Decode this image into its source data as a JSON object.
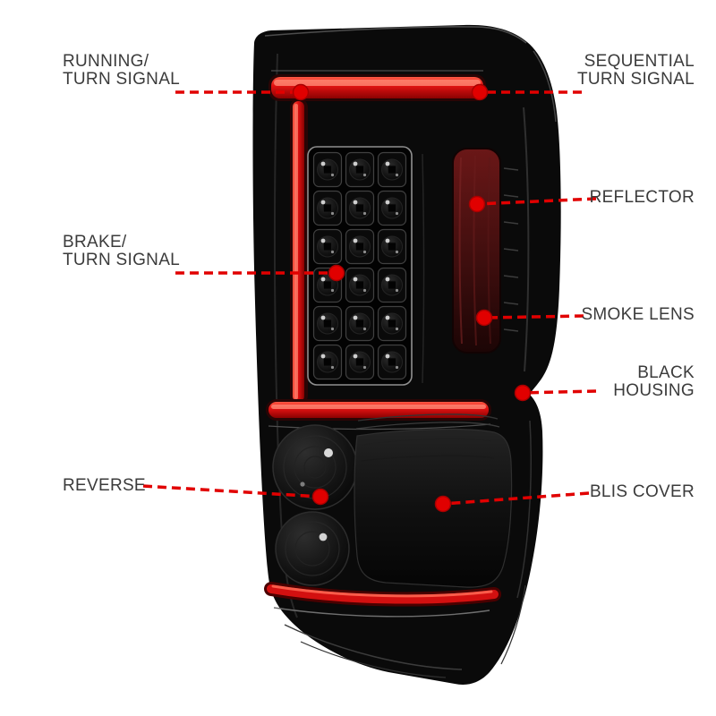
{
  "page": {
    "background_color": "#ffffff"
  },
  "diagram": {
    "subject": "LED tail light assembly callout diagram",
    "accent_color": "#e10000",
    "label_color": "#3b3b3b",
    "housing_color": "#0a0a0a",
    "callouts": [
      {
        "id": "running-turn-signal",
        "side": "left",
        "lines": [
          "RUNNING/",
          "TURN SIGNAL"
        ]
      },
      {
        "id": "sequential-turn-signal",
        "side": "right",
        "lines": [
          "SEQUENTIAL",
          "TURN SIGNAL"
        ]
      },
      {
        "id": "reflector",
        "side": "right",
        "lines": [
          "REFLECTOR"
        ]
      },
      {
        "id": "brake-turn-signal",
        "side": "left",
        "lines": [
          "BRAKE/",
          "TURN SIGNAL"
        ]
      },
      {
        "id": "smoke-lens",
        "side": "right",
        "lines": [
          "SMOKE LENS"
        ]
      },
      {
        "id": "black-housing",
        "side": "right",
        "lines": [
          "BLACK",
          "HOUSING"
        ]
      },
      {
        "id": "reverse",
        "side": "left",
        "lines": [
          "REVERSE"
        ]
      },
      {
        "id": "blis-cover",
        "side": "right",
        "lines": [
          "BLIS COVER"
        ]
      }
    ]
  }
}
